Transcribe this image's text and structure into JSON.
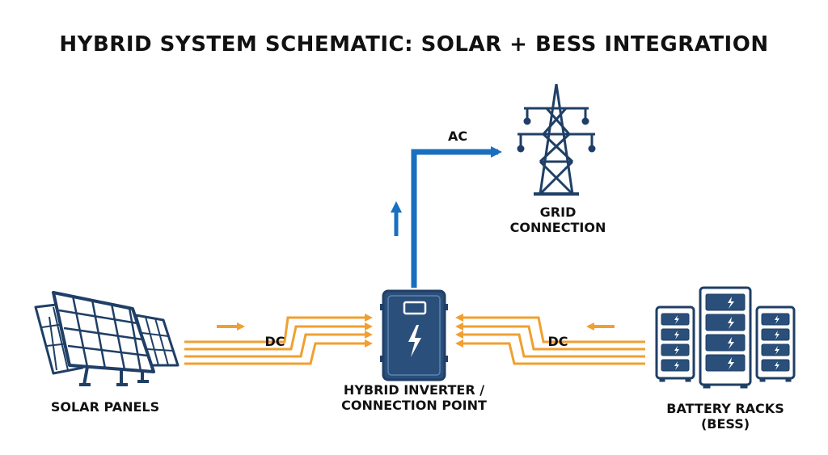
{
  "title": "HYBRID SYSTEM SCHEMATIC: SOLAR + BESS INTEGRATION",
  "nodes": {
    "solar": {
      "label": "SOLAR PANELS",
      "icon": "solar-panel-icon"
    },
    "inverter": {
      "label_line1": "HYBRID INVERTER /",
      "label_line2": "CONNECTION POINT",
      "icon": "inverter-icon"
    },
    "grid": {
      "label_line1": "GRID",
      "label_line2": "CONNECTION",
      "icon": "transmission-tower-icon"
    },
    "battery": {
      "label_line1": "BATTERY RACKS",
      "label_line2": "(BESS)",
      "icon": "battery-rack-icon"
    }
  },
  "flows": {
    "solar_to_inverter": "DC",
    "battery_to_inverter": "DC",
    "inverter_to_grid": "AC"
  },
  "colors": {
    "dc": "#f0a030",
    "ac": "#1a6fbf",
    "icon": "#1f3f66",
    "text": "#111111"
  }
}
